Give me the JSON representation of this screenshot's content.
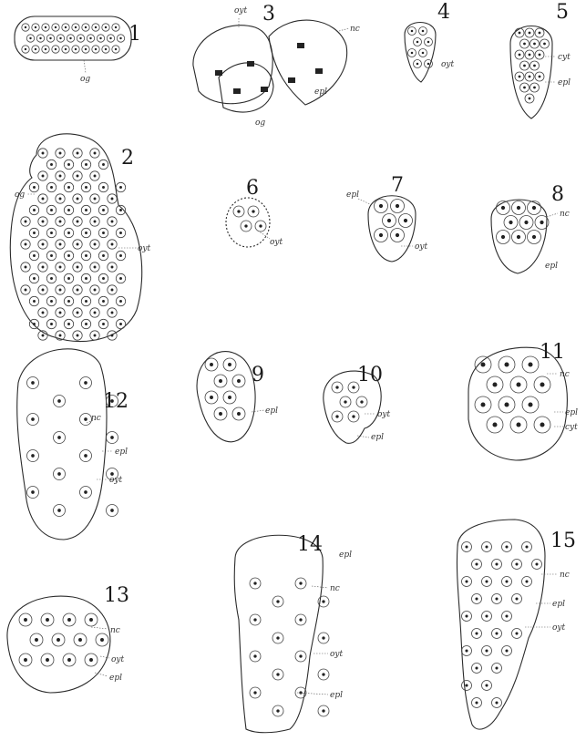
{
  "figures": [
    {
      "number": "1",
      "labels": [
        "og"
      ]
    },
    {
      "number": "2",
      "labels": [
        "og",
        "oyt"
      ]
    },
    {
      "number": "3",
      "labels": [
        "oyt",
        "nc",
        "epl",
        "og"
      ]
    },
    {
      "number": "4",
      "labels": [
        "oyt"
      ]
    },
    {
      "number": "5",
      "labels": [
        "cyt",
        "epl"
      ]
    },
    {
      "number": "6",
      "labels": [
        "oyt"
      ]
    },
    {
      "number": "7",
      "labels": [
        "epl",
        "oyt"
      ]
    },
    {
      "number": "8",
      "labels": [
        "nc",
        "epl"
      ]
    },
    {
      "number": "9",
      "labels": [
        "epl"
      ]
    },
    {
      "number": "10",
      "labels": [
        "oyt",
        "epl"
      ]
    },
    {
      "number": "11",
      "labels": [
        "nc",
        "epl",
        "cyt"
      ]
    },
    {
      "number": "12",
      "labels": [
        "nc",
        "epl",
        "oyt"
      ]
    },
    {
      "number": "13",
      "labels": [
        "nc",
        "oyt",
        "epl"
      ]
    },
    {
      "number": "14",
      "labels": [
        "epl",
        "nc",
        "oyt",
        "epl"
      ]
    },
    {
      "number": "15",
      "labels": [
        "nc",
        "epl",
        "oyt"
      ]
    }
  ],
  "colors": {
    "ink": "#2b2b2b",
    "paper": "#ffffff"
  }
}
